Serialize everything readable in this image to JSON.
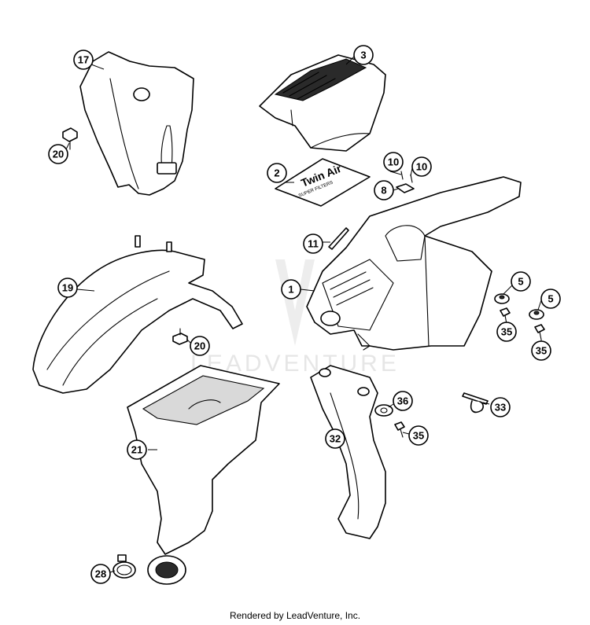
{
  "watermark": "LEADVENTURE",
  "footer": "Rendered by LeadVenture, Inc.",
  "decal_text": {
    "main": "Twin Air",
    "sub": "SUPER FILTERS"
  },
  "callouts": [
    {
      "id": "17"
    },
    {
      "id": "3"
    },
    {
      "id": "20a",
      "label": "20"
    },
    {
      "id": "2"
    },
    {
      "id": "10a",
      "label": "10"
    },
    {
      "id": "10b",
      "label": "10"
    },
    {
      "id": "8"
    },
    {
      "id": "11"
    },
    {
      "id": "19"
    },
    {
      "id": "1"
    },
    {
      "id": "5a",
      "label": "5"
    },
    {
      "id": "5b",
      "label": "5"
    },
    {
      "id": "35a",
      "label": "35"
    },
    {
      "id": "35b",
      "label": "35"
    },
    {
      "id": "20b",
      "label": "20"
    },
    {
      "id": "36"
    },
    {
      "id": "33"
    },
    {
      "id": "21"
    },
    {
      "id": "35c",
      "label": "35"
    },
    {
      "id": "32"
    },
    {
      "id": "28"
    }
  ],
  "labels": {
    "c17": "17",
    "c3": "3",
    "c20a": "20",
    "c2": "2",
    "c10a": "10",
    "c10b": "10",
    "c8": "8",
    "c11": "11",
    "c19": "19",
    "c1": "1",
    "c5a": "5",
    "c5b": "5",
    "c35a": "35",
    "c35b": "35",
    "c20b": "20",
    "c36": "36",
    "c33": "33",
    "c21": "21",
    "c35c": "35",
    "c32": "32",
    "c28": "28"
  }
}
